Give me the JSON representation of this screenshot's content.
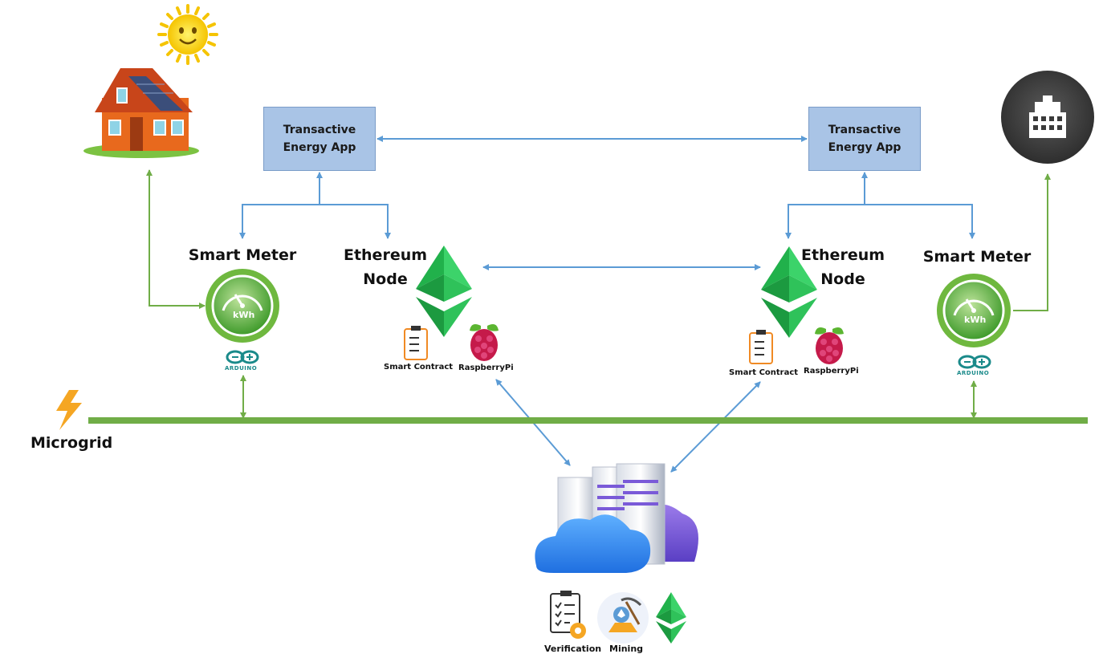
{
  "apps": {
    "left": {
      "line1": "Transactive",
      "line2": "Energy App"
    },
    "right": {
      "line1": "Transactive",
      "line2": "Energy App"
    }
  },
  "meters": {
    "left": {
      "title": "Smart Meter",
      "unit": "kWh",
      "board": "ARDUINO"
    },
    "right": {
      "title": "Smart Meter",
      "unit": "kWh",
      "board": "ARDUINO"
    }
  },
  "nodes": {
    "left": {
      "line1": "Ethereum",
      "line2": "Node",
      "contract": "Smart Contract",
      "device": "RaspberryPi"
    },
    "right": {
      "line1": "Ethereum",
      "line2": "Node",
      "contract": "Smart Contract",
      "device": "RaspberryPi"
    }
  },
  "microgrid": {
    "label": "Microgrid"
  },
  "cloud": {
    "verification": "Verification",
    "mining": "Mining"
  },
  "colors": {
    "blue_link": "#5b9bd5",
    "green_link": "#70ad47",
    "grid_line": "#70ad47",
    "app_box": "#a9c4e6",
    "eth_green": "#21b14b"
  }
}
